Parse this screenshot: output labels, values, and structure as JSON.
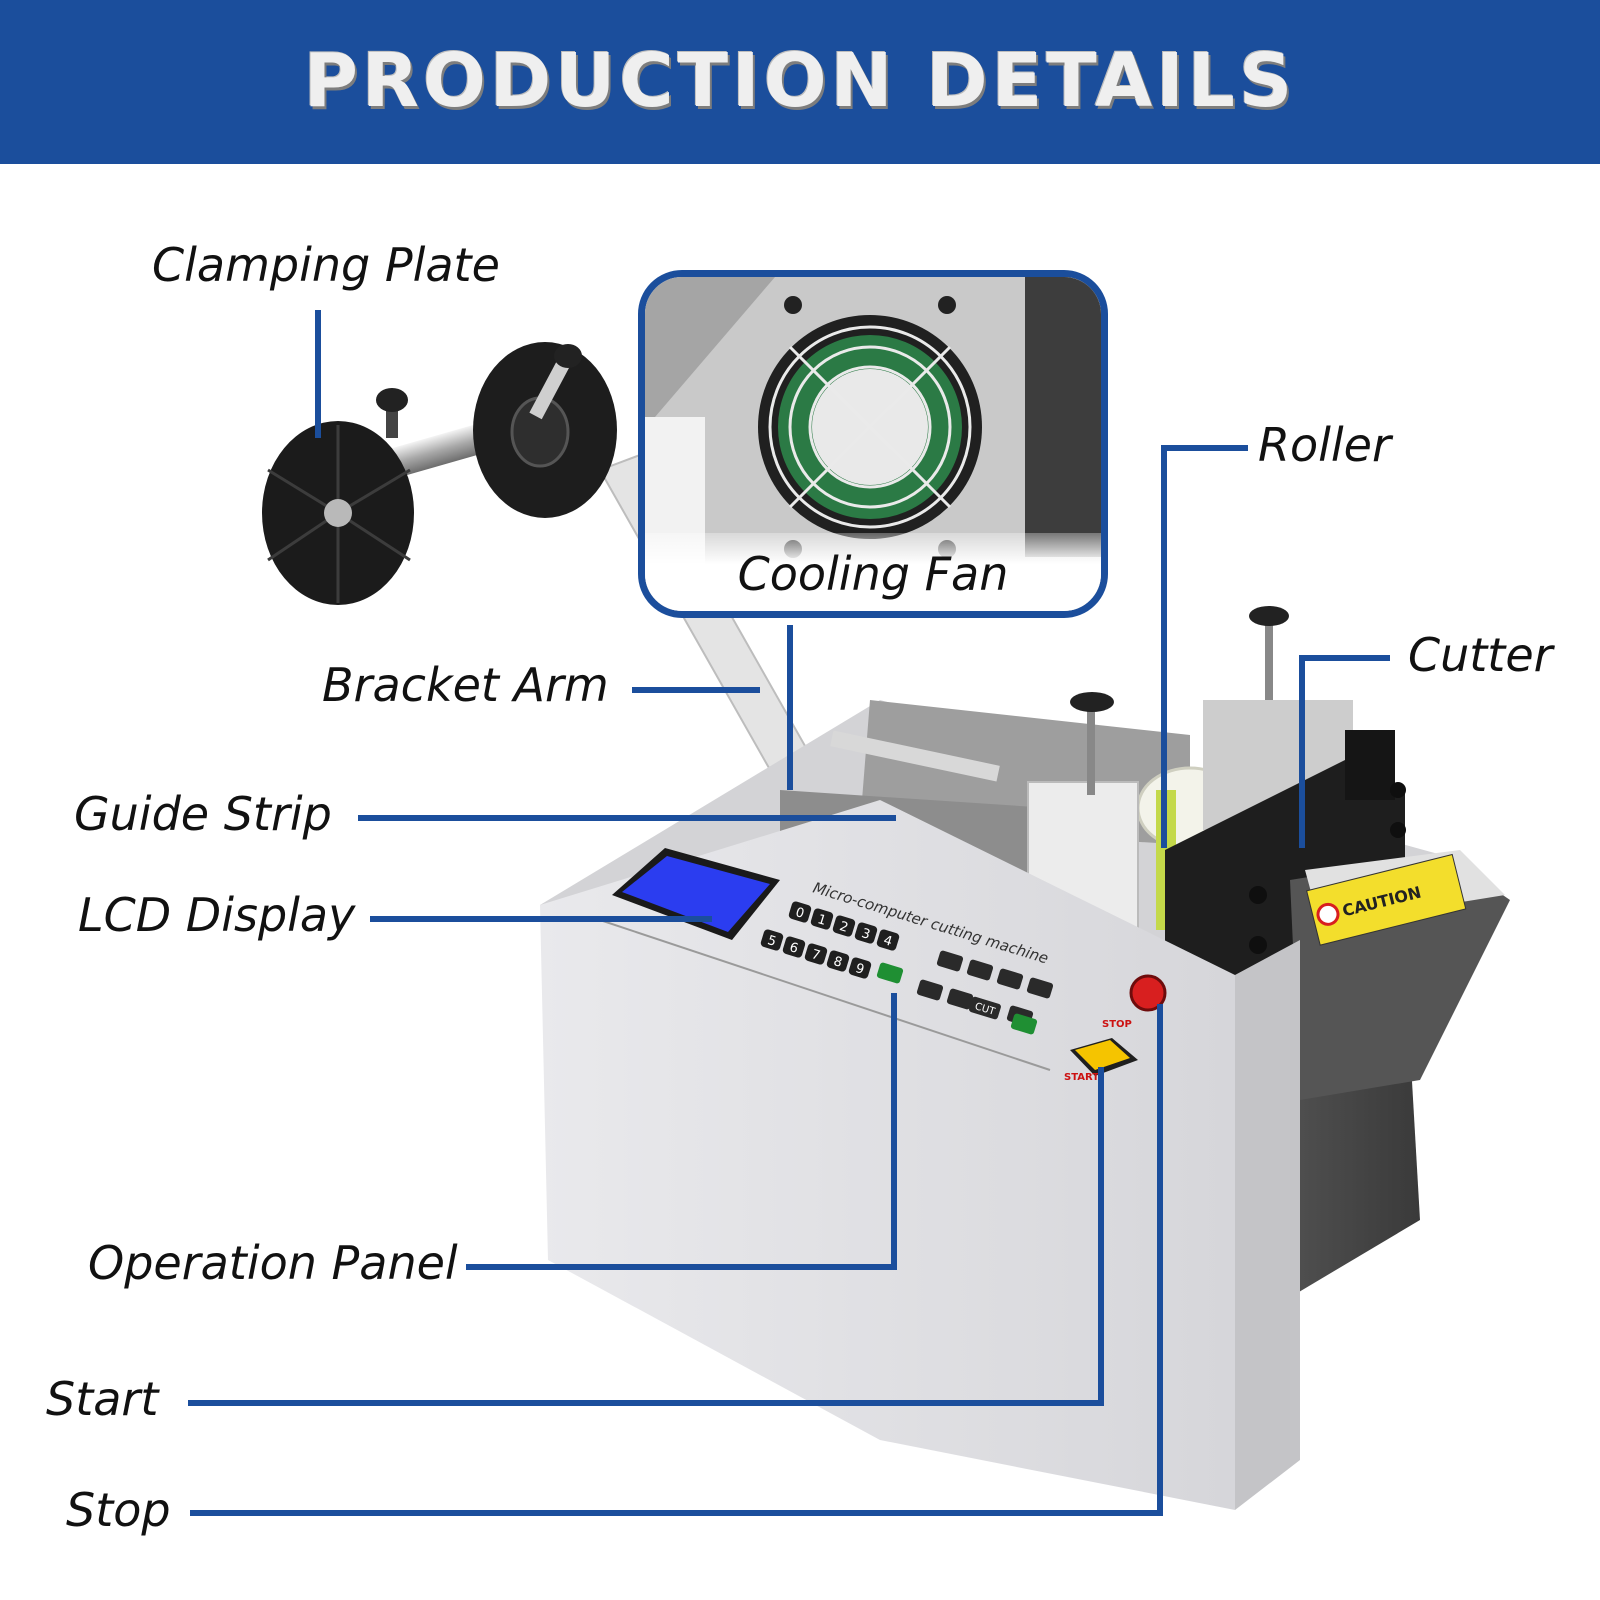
{
  "banner": {
    "title": "PRODUCTION DETAILS"
  },
  "callouts": {
    "clamping_plate": "Clamping Plate",
    "cooling_fan": "Cooling Fan",
    "roller": "Roller",
    "cutter": "Cutter",
    "bracket_arm": "Bracket Arm",
    "guide_strip": "Guide Strip",
    "lcd_display": "LCD Display",
    "operation_panel": "Operation Panel",
    "start": "Start",
    "stop": "Stop"
  },
  "machine": {
    "panel_title": "Micro-computer cutting machine",
    "keypad_digits": [
      "0",
      "1",
      "2",
      "3",
      "4",
      "5",
      "6",
      "7",
      "8",
      "9"
    ],
    "cut_key": "CUT",
    "stop_label": "STOP",
    "start_label": "START",
    "caution_label": "CAUTION"
  },
  "colors": {
    "accent_blue": "#1b4e9c",
    "caution_yellow": "#f3de2c",
    "start_yellow": "#f5c400",
    "stop_red": "#d81f1f",
    "lcd_blue": "#2b3df0"
  },
  "icons": [
    "cooling-fan-icon",
    "warning-icon"
  ]
}
